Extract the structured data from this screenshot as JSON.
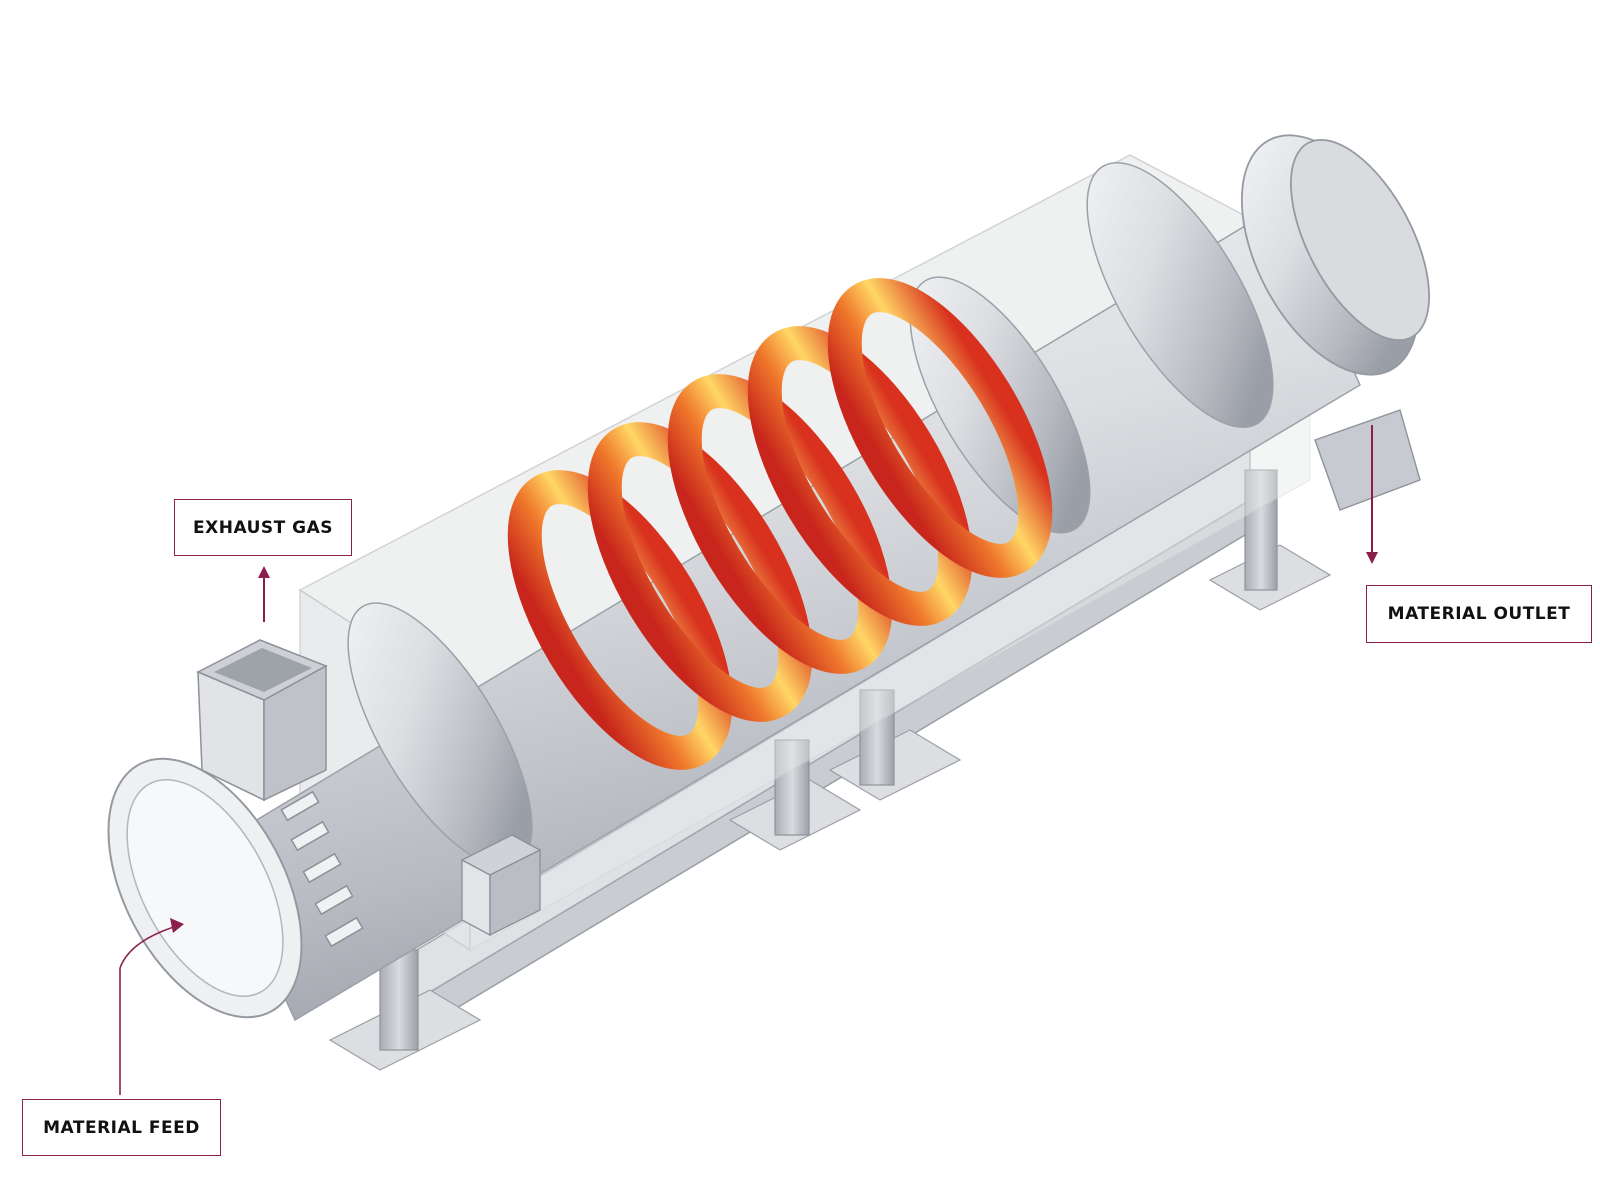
{
  "labels": {
    "exhaust_gas": "EXHAUST GAS",
    "material_outlet": "MATERIAL OUTLET",
    "material_feed": "MATERIAL FEED"
  },
  "colors": {
    "accent": "#8a1f4c",
    "steel_light": "#f2f3f5",
    "steel_mid": "#c9ccd2",
    "steel_dark": "#8d9199",
    "heater_hot": "#ffd766",
    "heater_orange": "#f07a2c",
    "heater_red": "#c8261c",
    "housing": "#e8e9eb"
  },
  "heater_bands": 5
}
